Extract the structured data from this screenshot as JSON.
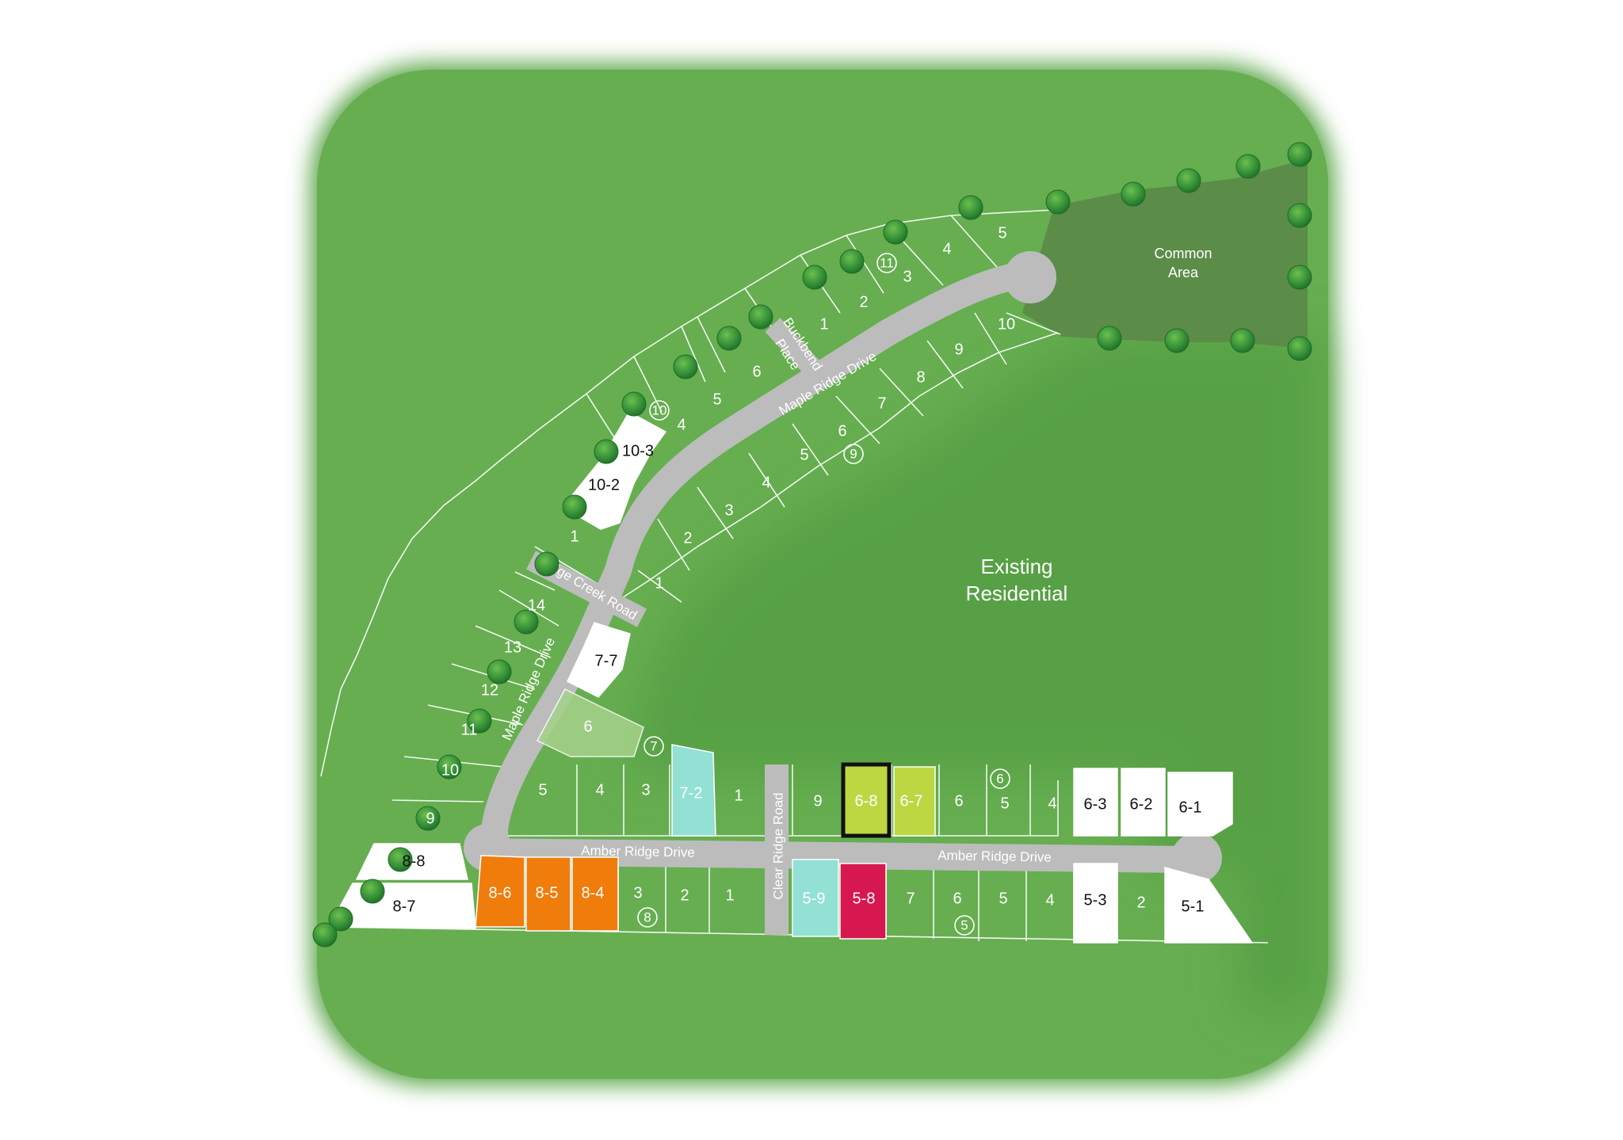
{
  "colors": {
    "background": "#ffffff",
    "land": "#64ab4f",
    "existing_residential": "#4f9a40",
    "common_area": "#5f8a4a",
    "road": "#bcbcbc",
    "available_white": "#ffffff",
    "orange": "#f07c0c",
    "teal": "#93e0d5",
    "lime": "#bcd742",
    "red": "#d7174f",
    "light_green": "#a6d28b",
    "tree": "#3f9a3b"
  },
  "areas": {
    "common_area_line1": "Common",
    "common_area_line2": "Area",
    "existing_line1": "Existing",
    "existing_line2": "Residential"
  },
  "roads": {
    "maple_ridge_upper": "Maple Ridge Drive",
    "maple_ridge_lower": "Maple Ridge Drive",
    "buckbend_line1": "Buckbend",
    "buckbend_line2": "Place",
    "ridge_creek": "Ridge Creek Road",
    "clear_ridge": "Clear Ridge Road",
    "amber_ridge_west": "Amber Ridge Drive",
    "amber_ridge_east": "Amber Ridge Drive"
  },
  "phases": [
    "5",
    "6",
    "7",
    "8",
    "9",
    "10",
    "11"
  ],
  "lots": [
    {
      "label": "5",
      "status": "green"
    },
    {
      "label": "4",
      "status": "green"
    },
    {
      "label": "3",
      "status": "green"
    },
    {
      "label": "2",
      "status": "green"
    },
    {
      "label": "1",
      "status": "green"
    },
    {
      "label": "6",
      "status": "green"
    },
    {
      "label": "5",
      "status": "green"
    },
    {
      "label": "4",
      "status": "green"
    },
    {
      "label": "10-3",
      "status": "white"
    },
    {
      "label": "10-2",
      "status": "white"
    },
    {
      "label": "1",
      "status": "green"
    },
    {
      "label": "10",
      "status": "green"
    },
    {
      "label": "9",
      "status": "green"
    },
    {
      "label": "8",
      "status": "green"
    },
    {
      "label": "7",
      "status": "green"
    },
    {
      "label": "6",
      "status": "green"
    },
    {
      "label": "5",
      "status": "green"
    },
    {
      "label": "4",
      "status": "green"
    },
    {
      "label": "3",
      "status": "green"
    },
    {
      "label": "2",
      "status": "green"
    },
    {
      "label": "1",
      "status": "green"
    },
    {
      "label": "14",
      "status": "green"
    },
    {
      "label": "13",
      "status": "green"
    },
    {
      "label": "12",
      "status": "green"
    },
    {
      "label": "11",
      "status": "green"
    },
    {
      "label": "10",
      "status": "green"
    },
    {
      "label": "9",
      "status": "green"
    },
    {
      "label": "7-7",
      "status": "white"
    },
    {
      "label": "6",
      "status": "light-green"
    },
    {
      "label": "5",
      "status": "green"
    },
    {
      "label": "4",
      "status": "green"
    },
    {
      "label": "3",
      "status": "green"
    },
    {
      "label": "7-2",
      "status": "teal"
    },
    {
      "label": "1",
      "status": "green"
    },
    {
      "label": "9",
      "status": "green"
    },
    {
      "label": "6-8",
      "status": "lime-selected"
    },
    {
      "label": "6-7",
      "status": "lime"
    },
    {
      "label": "6",
      "status": "green"
    },
    {
      "label": "5",
      "status": "green"
    },
    {
      "label": "4",
      "status": "green"
    },
    {
      "label": "6-3",
      "status": "white"
    },
    {
      "label": "6-2",
      "status": "white"
    },
    {
      "label": "6-1",
      "status": "white"
    },
    {
      "label": "8-8",
      "status": "white"
    },
    {
      "label": "8-7",
      "status": "white"
    },
    {
      "label": "8-6",
      "status": "orange"
    },
    {
      "label": "8-5",
      "status": "orange"
    },
    {
      "label": "8-4",
      "status": "orange"
    },
    {
      "label": "3",
      "status": "green"
    },
    {
      "label": "2",
      "status": "green"
    },
    {
      "label": "1",
      "status": "green"
    },
    {
      "label": "5-9",
      "status": "teal"
    },
    {
      "label": "5-8",
      "status": "red"
    },
    {
      "label": "7",
      "status": "green"
    },
    {
      "label": "6",
      "status": "green"
    },
    {
      "label": "5",
      "status": "green"
    },
    {
      "label": "4",
      "status": "green"
    },
    {
      "label": "5-3",
      "status": "white"
    },
    {
      "label": "2",
      "status": "green"
    },
    {
      "label": "5-1",
      "status": "white"
    }
  ]
}
